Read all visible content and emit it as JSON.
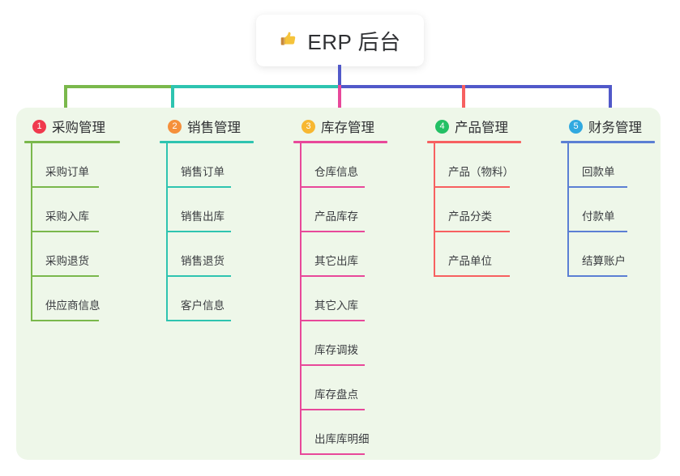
{
  "diagram": {
    "title": {
      "icon": "thumbs-up-icon",
      "text": "ERP 后台"
    },
    "panel_background": "#eef7e9",
    "trunk_color": "#5159c9",
    "columns": [
      {
        "index": "1",
        "badge_label": "1",
        "badge_color": "#f0394d",
        "line_color": "#7ab84c",
        "title": "采购管理",
        "items": [
          "采购订单",
          "采购入库",
          "采购退货",
          "供应商信息"
        ]
      },
      {
        "index": "2",
        "badge_label": "2",
        "badge_color": "#f5903b",
        "line_color": "#2ec4b0",
        "title": "销售管理",
        "items": [
          "销售订单",
          "销售出库",
          "销售退货",
          "客户信息"
        ]
      },
      {
        "index": "3",
        "badge_label": "3",
        "badge_color": "#f7b731",
        "line_color": "#e8489a",
        "title": "库存管理",
        "items": [
          "仓库信息",
          "产品库存",
          "其它出库",
          "其它入库",
          "库存调拨",
          "库存盘点",
          "出库库明细"
        ]
      },
      {
        "index": "4",
        "badge_label": "4",
        "badge_color": "#23c065",
        "line_color": "#f76060",
        "title": "产品管理",
        "items": [
          "产品（物料）",
          "产品分类",
          "产品单位"
        ]
      },
      {
        "index": "5",
        "badge_label": "5",
        "badge_color": "#31a9e0",
        "line_color": "#5b7fd4",
        "title": "财务管理",
        "items": [
          "回款单",
          "付款单",
          "结算账户"
        ]
      }
    ]
  }
}
